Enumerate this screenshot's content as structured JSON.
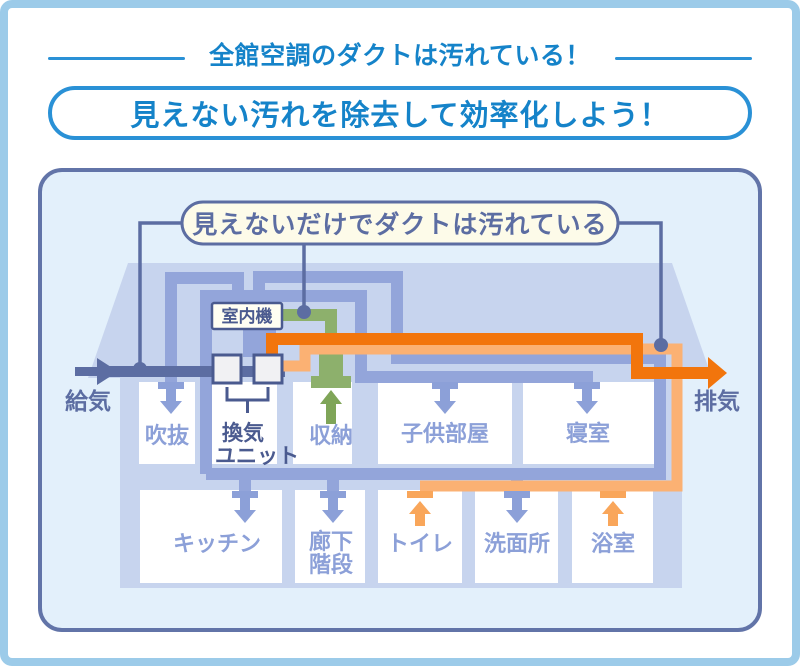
{
  "header": {
    "title": "全館空調のダクトは汚れている！",
    "subtitle": "見えない汚れを除去して効率化しよう！"
  },
  "diagram": {
    "bubble": "見えないだけでダクトは汚れている",
    "supply_label": "給気",
    "exhaust_label": "排気",
    "indoor_unit_label": "室内機",
    "vent_unit_line1": "換気",
    "vent_unit_line2": "ユニット",
    "rooms_upper": [
      {
        "label": "吹抜"
      },
      {
        "label": "収納"
      },
      {
        "label": "子供部屋"
      },
      {
        "label": "寝室"
      }
    ],
    "rooms_lower": [
      {
        "label": "キッチン"
      },
      {
        "label_line1": "廊下",
        "label_line2": "階段"
      },
      {
        "label": "トイレ"
      },
      {
        "label": "洗面所"
      },
      {
        "label": "浴室"
      }
    ],
    "colors": {
      "title_blue": "#1583c9",
      "box_border_blue": "#2a91d6",
      "frame_blue": "#9ccbe9",
      "panel_fill": "#e3f0fb",
      "panel_border": "#6274a8",
      "house_fill": "#c7d4ee",
      "duct_periwinkle": "#93a5da",
      "duct_dark_slate": "#5c6da2",
      "duct_green": "#8db06c",
      "duct_orange_dark": "#f2750c",
      "duct_orange_light": "#fbb173",
      "arrow_orange": "#f9a65a",
      "room_label": "#8ca0d8",
      "bubble_fill": "#fdfbe9"
    }
  }
}
